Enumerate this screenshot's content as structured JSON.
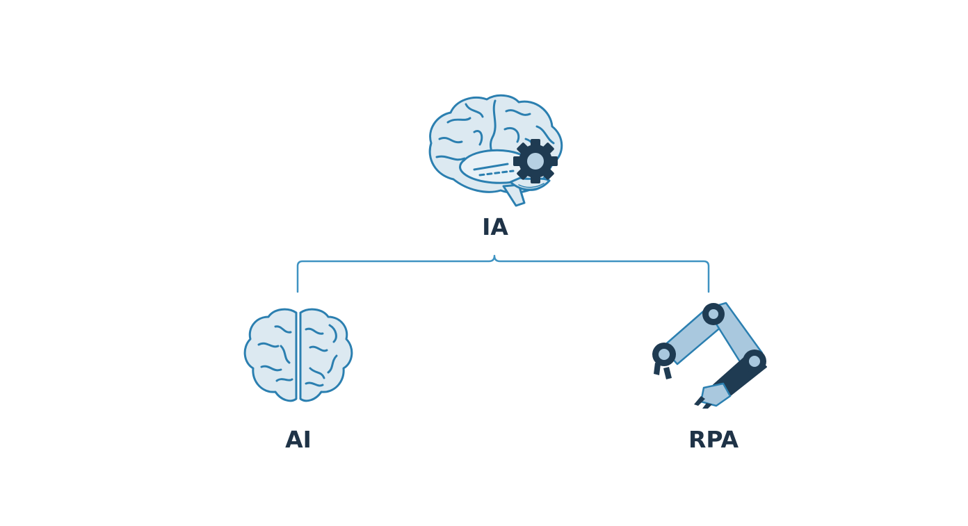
{
  "colors": {
    "outline": "#2b7fb0",
    "fill_light": "#dce9f1",
    "arm_light": "#a9c8de",
    "dark": "#1f3b52",
    "label": "#1f3347",
    "connector": "#3f93c2"
  },
  "icons": {
    "root": "brain-gear-icon",
    "left": "brain-icon",
    "right": "robotic-arm-icon"
  },
  "nodes": {
    "root": {
      "label": "IA"
    },
    "left": {
      "label": "AI"
    },
    "right": {
      "label": "RPA"
    }
  }
}
